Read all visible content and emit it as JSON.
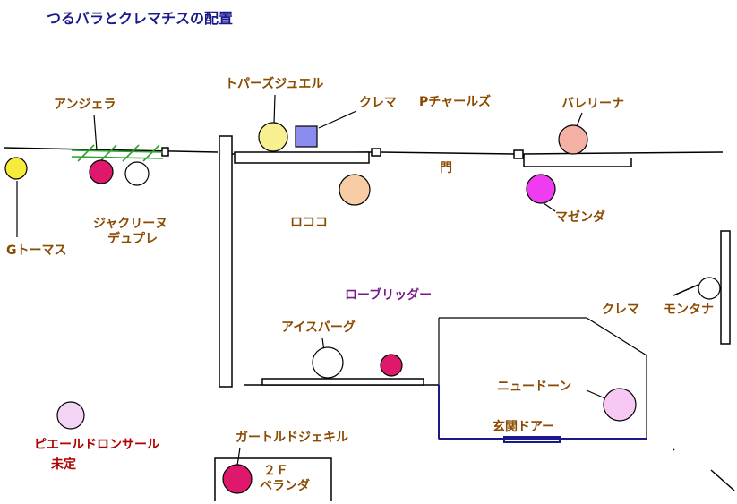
{
  "title": "つるバラとクレマチスの配置",
  "labels": {
    "angela": "アンジェラ",
    "g_thomas": "Gトーマス",
    "jacques": "ジャクリーヌ",
    "dupre": "デュプレ",
    "topaz": "トパーズジュエル",
    "clema1": "クレマ",
    "p_charles": "Pチャールズ",
    "ballerina": "バレリーナ",
    "gate": "門",
    "rococo": "ロココ",
    "mazenda": "マゼンダ",
    "clema2": "クレマ",
    "montana": "モンタナ",
    "low_bridge": "ローブリッダー",
    "iceberg": "アイスバーグ",
    "newdawn": "ニュードーン",
    "entrance": "玄関ドアー",
    "pierre": "ピエールドロンサール",
    "undecided": "未定",
    "gertrude": "ガートルドジェキル",
    "veranda_2f": "２Ｆ",
    "veranda": "ベランダ"
  },
  "colors": {
    "yellow": "#f5ec3a",
    "crimson": "#e0186c",
    "white": "#ffffff",
    "pale_yellow": "#f8f090",
    "lavender_blue": "#8c8cf0",
    "salmon": "#f4b0a4",
    "peach": "#f8cca4",
    "magenta": "#f03cf0",
    "light_pink": "#f8c8f4",
    "pale_lilac": "#f4d4f4",
    "navy_line": "#1a1a8c",
    "green_trellis": "#30a030"
  }
}
